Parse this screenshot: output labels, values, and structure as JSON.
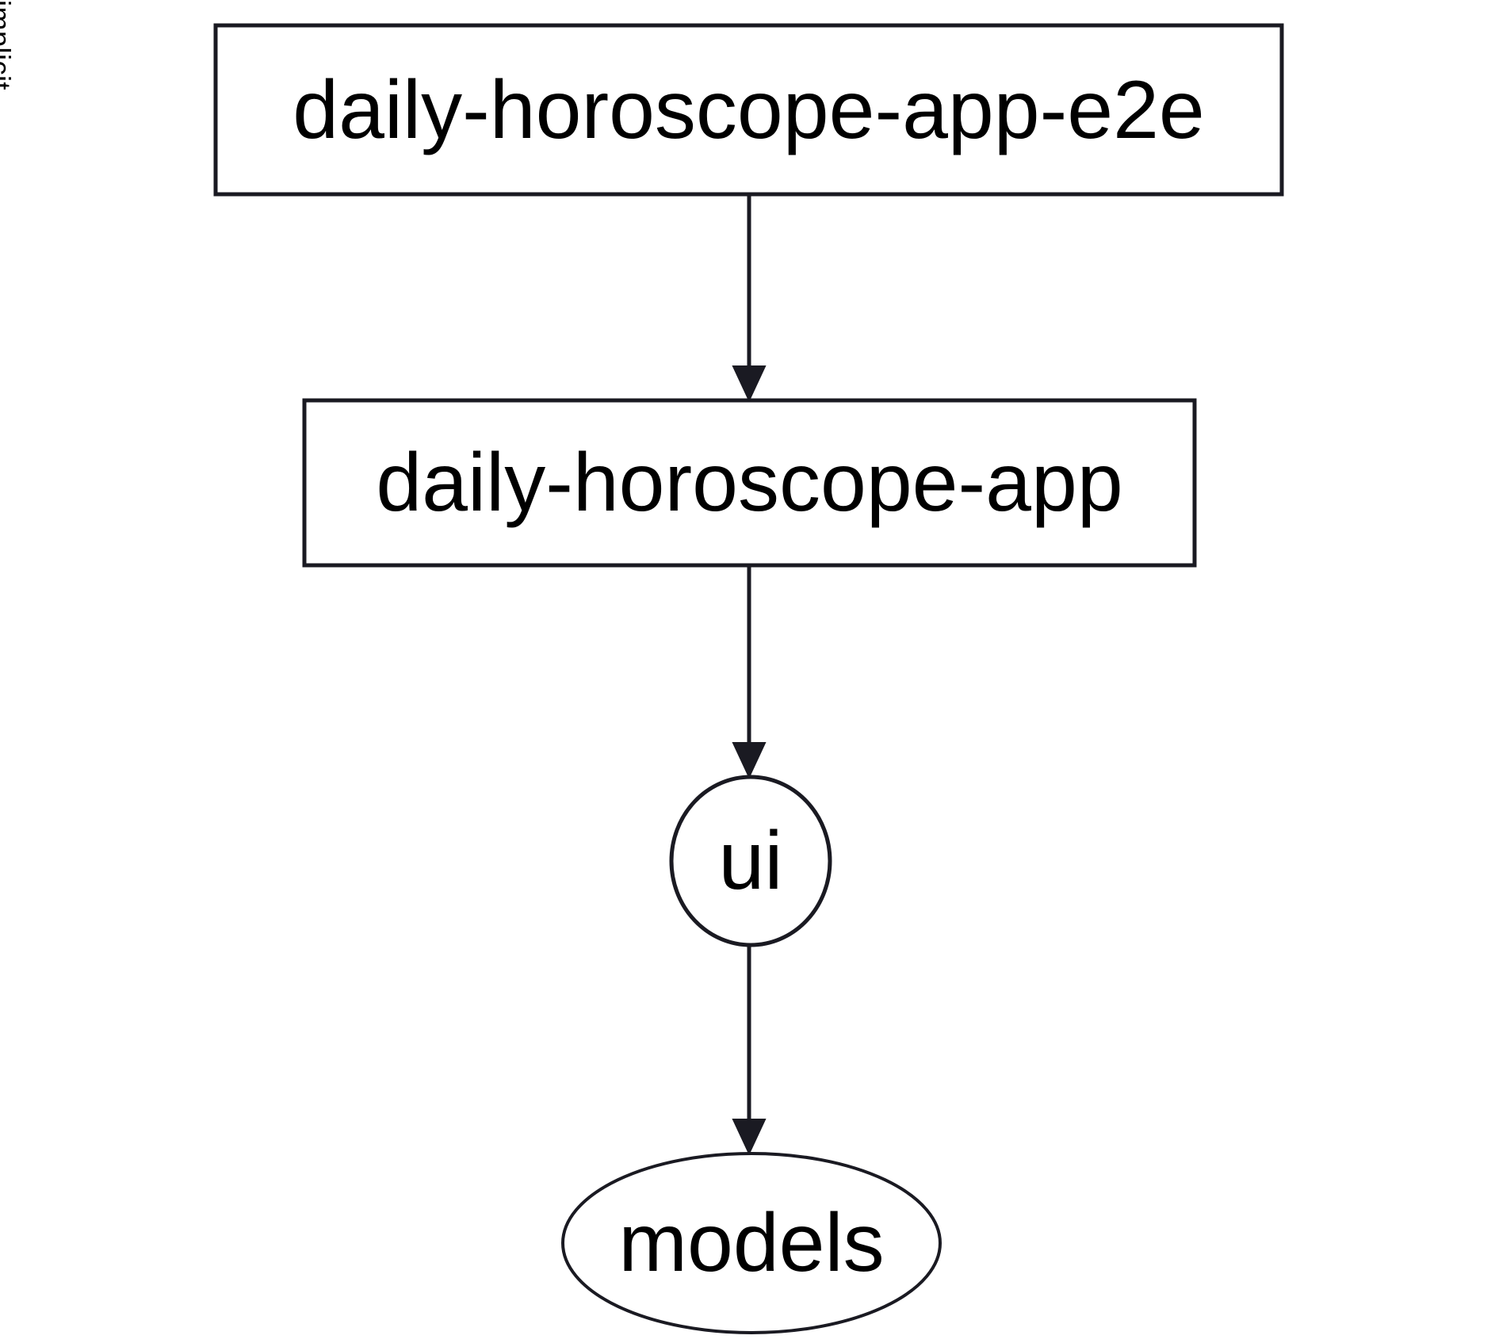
{
  "diagram": {
    "type": "dependency-graph",
    "direction": "top-to-bottom",
    "background_color": "#ffffff",
    "stroke_color": "#1a1a22",
    "text_color": "#000000",
    "nodes": [
      {
        "id": "daily-horoscope-app-e2e",
        "label": "daily-horoscope-app-e2e",
        "shape": "rectangle"
      },
      {
        "id": "daily-horoscope-app",
        "label": "daily-horoscope-app",
        "shape": "rectangle"
      },
      {
        "id": "ui",
        "label": "ui",
        "shape": "circle"
      },
      {
        "id": "models",
        "label": "models",
        "shape": "ellipse"
      }
    ],
    "edges": [
      {
        "from": "daily-horoscope-app-e2e",
        "to": "daily-horoscope-app",
        "label": "implicit",
        "arrowhead": "filled-triangle"
      },
      {
        "from": "daily-horoscope-app",
        "to": "ui",
        "label": "",
        "arrowhead": "filled-triangle"
      },
      {
        "from": "ui",
        "to": "models",
        "label": "",
        "arrowhead": "filled-triangle"
      }
    ]
  }
}
